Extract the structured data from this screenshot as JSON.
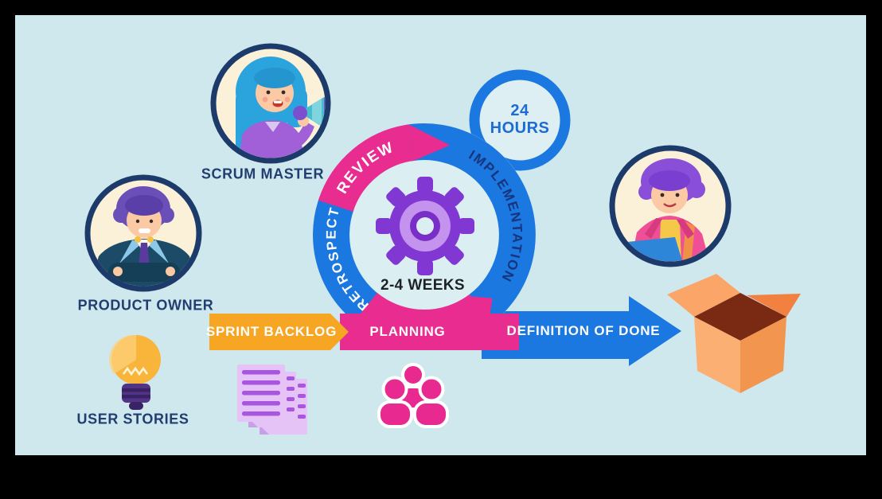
{
  "roles": {
    "scrum_master": "SCRUM MASTER",
    "product_owner": "PRODUCT OWNER",
    "user_stories": "USER STORIES"
  },
  "cycle": {
    "review": "REVIEW",
    "implementation": "IMPLEMENTATION",
    "retrospect": "RETROSPECT",
    "duration": "2-4 WEEKS",
    "daily_line1": "24",
    "daily_line2": "HOURS"
  },
  "flow": {
    "sprint_backlog": "SPRINT BACKLOG",
    "planning": "PLANNING",
    "definition_of_done": "DEFINITION OF DONE"
  },
  "icons": {
    "center": "gear-icon",
    "user_stories": "lightbulb-icon",
    "backlog_docs": "documents-icon",
    "team": "team-icon",
    "delivery": "open-box-icon",
    "scrum_master": "megaphone-girl-avatar",
    "product_owner": "crossed-arms-boy-avatar",
    "developer": "laptop-person-avatar"
  },
  "colors": {
    "slide_bg": "#cfe8ee",
    "ring_inner_bg": "#dbeff2",
    "pink": "#e82c90",
    "blue": "#1a78e0",
    "orange": "#f6a623",
    "navy_text": "#223e70",
    "implementation_text": "#17357d",
    "hours_text": "#1c6cd3",
    "weeks_text": "#1e2126",
    "gear_purple": "#8138d2",
    "gear_light": "#c493ee",
    "avatar_bg": "#fbf0d8",
    "avatar_border": "#1c3a6a",
    "box_orange": "#fbaf72",
    "docs_purple": "#e6c3f6"
  }
}
